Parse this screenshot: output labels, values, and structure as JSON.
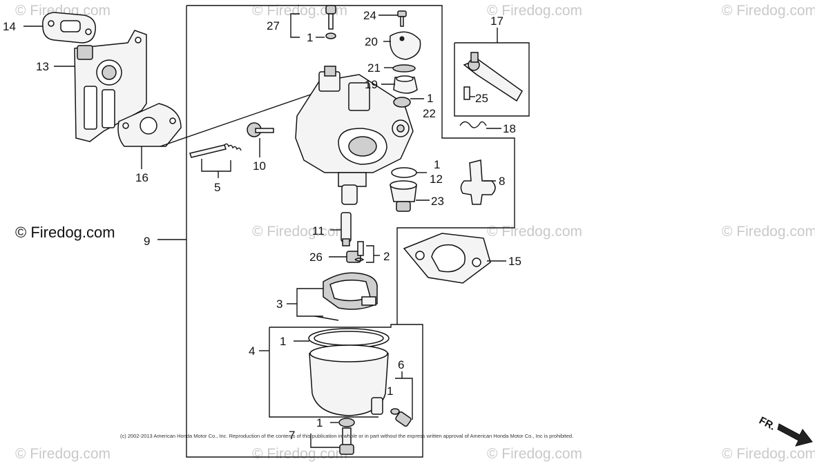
{
  "watermarks": [
    "© Firedog.com",
    "© Firedog.com",
    "© Firedog.com",
    "© Firedog.com",
    "© Firedog.com",
    "© Firedog.com",
    "© Firedog.com",
    "© Firedog.com",
    "© Firedog.com",
    "© Firedog.com",
    "© Firedog.com"
  ],
  "brand_watermark": "© Firedog.com",
  "callouts": {
    "c1a": "1",
    "c1b": "1",
    "c1c": "1",
    "c1d": "1",
    "c1e": "1",
    "c1f": "1",
    "c2": "2",
    "c3": "3",
    "c4": "4",
    "c5": "5",
    "c6": "6",
    "c7": "7",
    "c8": "8",
    "c9": "9",
    "c10": "10",
    "c11": "11",
    "c12": "12",
    "c13": "13",
    "c14": "14",
    "c15": "15",
    "c16": "16",
    "c17": "17",
    "c18": "18",
    "c19": "19",
    "c20": "20",
    "c21": "21",
    "c22": "22",
    "c23": "23",
    "c24": "24",
    "c25": "25",
    "c26": "26",
    "c27": "27"
  },
  "copyright": "(c) 2002-2013 American Honda Motor Co., Inc. Reproduction of the contents of this publication in whole or in part without the express written approval of American Honda Motor Co., Inc is prohibited.",
  "direction_label": "FR."
}
